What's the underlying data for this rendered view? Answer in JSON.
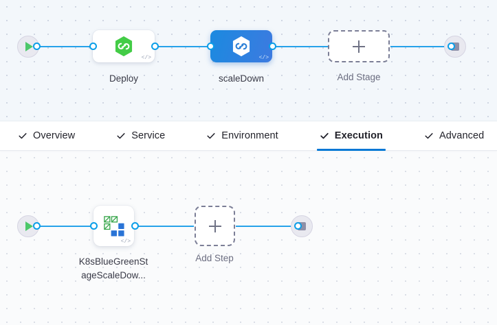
{
  "stage_canvas": {
    "name": "pipeline-stage-graph",
    "start_node": {
      "icon": "play-icon",
      "label": "Start"
    },
    "end_node": {
      "icon": "stop-icon",
      "label": "End"
    },
    "stages": [
      {
        "label": "Deploy",
        "icon": "harness-cd-hexagon-green-icon",
        "selected": false,
        "badge": "</>"
      },
      {
        "label": "scaleDown",
        "icon": "harness-cd-hexagon-white-icon",
        "selected": true,
        "badge": "</>"
      }
    ],
    "add_stage": {
      "label": "Add Stage",
      "icon": "plus-icon"
    }
  },
  "tabs": {
    "items": [
      {
        "label": "Overview",
        "icon": "check-icon",
        "active": false
      },
      {
        "label": "Service",
        "icon": "check-icon",
        "active": false
      },
      {
        "label": "Environment",
        "icon": "check-icon",
        "active": false
      },
      {
        "label": "Execution",
        "icon": "check-icon",
        "active": true
      },
      {
        "label": "Advanced",
        "icon": "check-icon",
        "active": false
      }
    ],
    "active_underline_color": "#0278d5"
  },
  "step_canvas": {
    "name": "execution-step-graph",
    "start_node": {
      "icon": "play-icon",
      "label": "Start"
    },
    "end_node": {
      "icon": "stop-icon",
      "label": "End"
    },
    "steps": [
      {
        "label_line1": "K8sBlueGreenSt",
        "label_line2": "ageScaleDow...",
        "label_full": "K8sBlueGreenStageScaleDow...",
        "icon": "kubernetes-scale-icon",
        "badge": "</>"
      }
    ],
    "add_step": {
      "label": "Add Step",
      "icon": "plus-icon"
    }
  },
  "colors": {
    "edge": "#26a2ea",
    "port_border": "#0a9ee8",
    "selected_stage_start": "#1b8ae0",
    "selected_stage_end": "#3d7ae0",
    "harness_green": "#43cc46",
    "k8s_green": "#36a54a",
    "k8s_blue": "#2a74d6",
    "accent_blue": "#0278d5"
  }
}
